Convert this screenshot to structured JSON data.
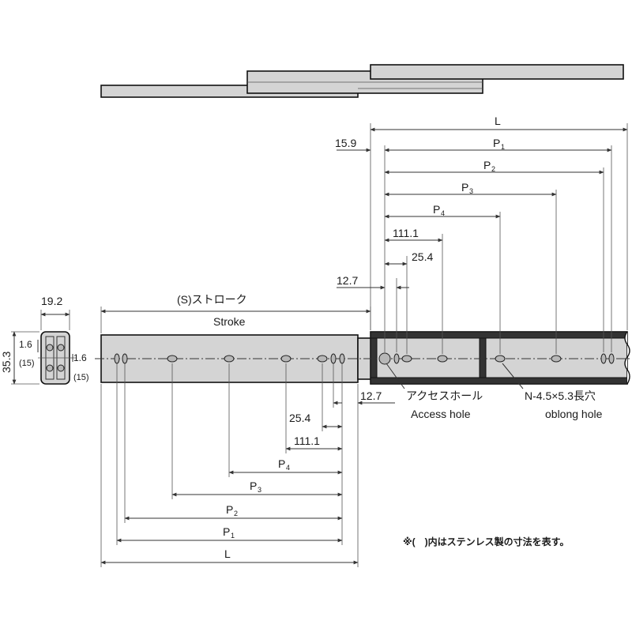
{
  "labels": {
    "L": "L",
    "P": "P",
    "sub1": "1",
    "sub2": "2",
    "sub3": "3",
    "sub4": "4",
    "d15_9": "15.9",
    "d12_7": "12.7",
    "d111_1": "111.1",
    "d25_4": "25.4",
    "d19_2": "19.2",
    "d35_3": "35.3",
    "d1_6": "1.6",
    "d15": "(15)",
    "stroke_jp": "(S)ストローク",
    "stroke_en": "Stroke",
    "access_jp": "アクセスホール",
    "access_en": "Access hole",
    "oblong_jp": "N-4.5×5.3長穴",
    "oblong_en": "oblong hole",
    "note": "※(　)内はステンレス製の寸法を表す。"
  },
  "colors": {
    "rail_fill": "#d4d4d4",
    "outline": "#111111",
    "dark_section": "#333333"
  }
}
